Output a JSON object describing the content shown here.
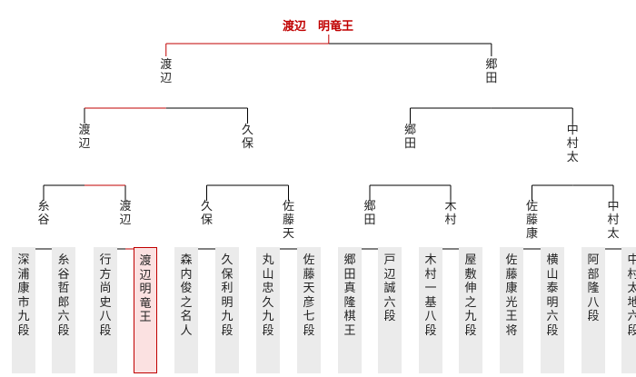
{
  "champion": "渡辺　明竜王",
  "players": [
    {
      "name": "深浦康市九段",
      "winner": false
    },
    {
      "name": "糸谷哲郎六段",
      "winner": false
    },
    {
      "name": "行方尚史八段",
      "winner": false
    },
    {
      "name": "渡辺　明竜王",
      "winner": true
    },
    {
      "name": "森内俊之名人",
      "winner": false
    },
    {
      "name": "久保利明九段",
      "winner": false
    },
    {
      "name": "丸山忠久九段",
      "winner": false
    },
    {
      "name": "佐藤天彦七段",
      "winner": false
    },
    {
      "name": "郷田真隆棋王",
      "winner": false
    },
    {
      "name": "戸辺　誠六段",
      "winner": false
    },
    {
      "name": "木村一基八段",
      "winner": false
    },
    {
      "name": "屋敷伸之九段",
      "winner": false
    },
    {
      "name": "佐藤康光王将",
      "winner": false
    },
    {
      "name": "横山泰明六段",
      "winner": false
    },
    {
      "name": "阿部　隆八段",
      "winner": false
    },
    {
      "name": "中村太地六段",
      "winner": false
    }
  ],
  "round1_winners": [
    "糸谷",
    "渡辺",
    "久保",
    "佐藤天",
    "郷田",
    "木村",
    "佐藤康",
    "中村太"
  ],
  "round2_winners": [
    "渡辺",
    "久保",
    "郷田",
    "中村太"
  ],
  "semifinal_winners": [
    "渡辺",
    "郷田"
  ],
  "colors": {
    "win_line": "#c00000",
    "line": "#000000",
    "box": "#ebebeb",
    "win_box": "#fbe1e1"
  }
}
